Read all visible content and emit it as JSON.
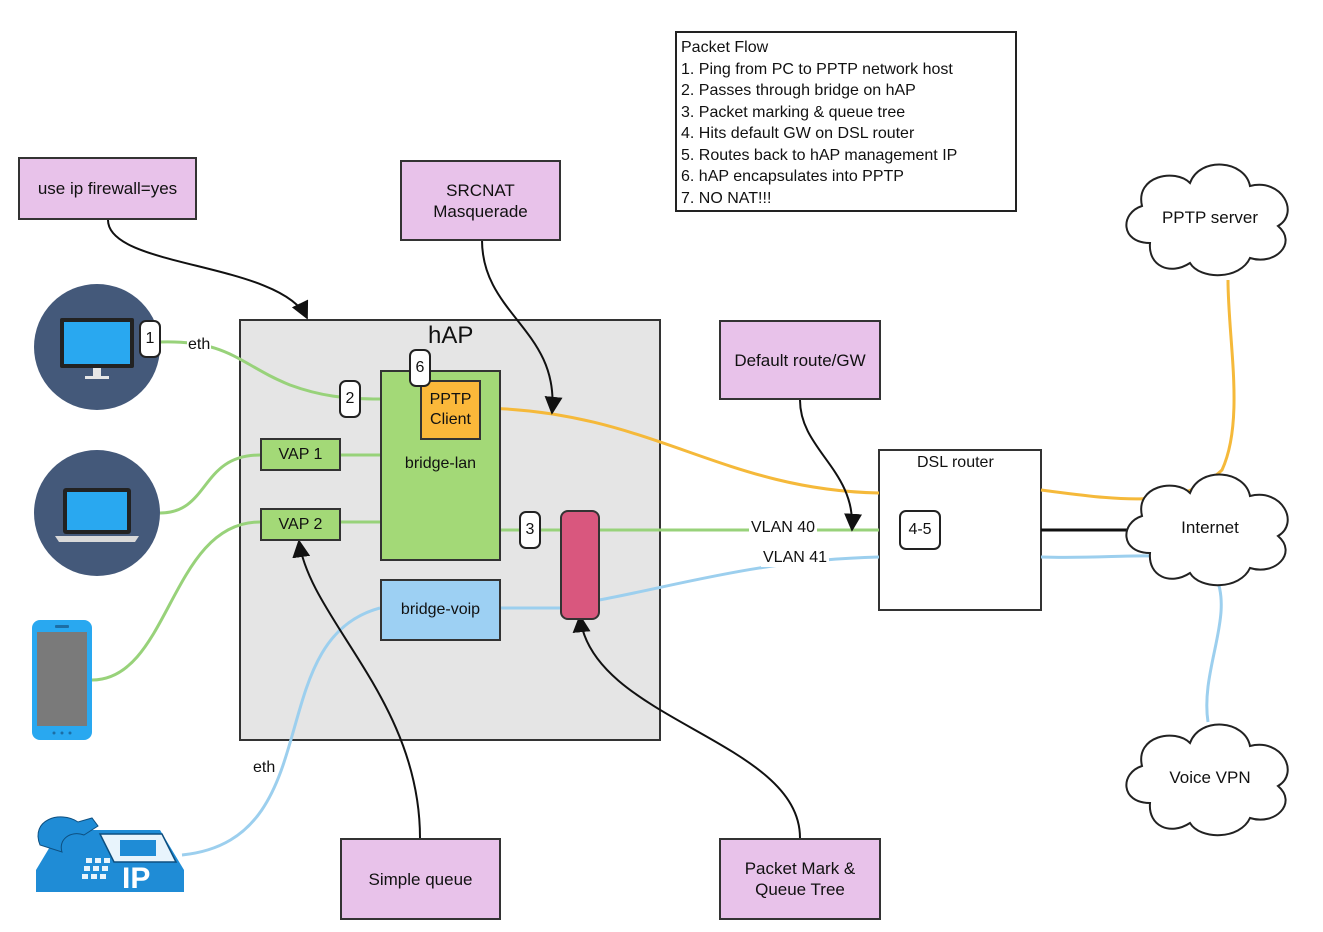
{
  "notes": {
    "firewall": "use ip firewall=yes",
    "srcnat": "SRCNAT\nMasquerade",
    "default_route": "Default route/GW",
    "simple_queue": "Simple queue",
    "packet_mark": "Packet Mark &\nQueue Tree"
  },
  "packet_flow": {
    "title": "Packet Flow",
    "steps": [
      "1. Ping from PC to PPTP network host",
      "2. Passes through bridge on hAP",
      "3. Packet marking & queue tree",
      "4. Hits default GW on DSL router",
      "5. Routes back to hAP management IP",
      "6. hAP encapsulates into PPTP",
      "7. NO NAT!!!"
    ]
  },
  "hap": {
    "title": "hAP",
    "bridge_lan": "bridge-lan",
    "bridge_voip": "bridge-voip",
    "pptp_client": "PPTP\nClient",
    "vap1": "VAP 1",
    "vap2": "VAP 2"
  },
  "badges": {
    "b1": "1",
    "b2": "2",
    "b3": "3",
    "b6": "6",
    "b45": "4-5"
  },
  "links": {
    "eth_pc": "eth",
    "eth_phone": "eth",
    "vlan40": "VLAN 40",
    "vlan41": "VLAN 41"
  },
  "dsl_router": "DSL router",
  "clouds": {
    "pptp_server": "PPTP server",
    "internet": "Internet",
    "voice_vpn": "Voice VPN"
  },
  "devices": {
    "ip_phone_label": "IP"
  },
  "colors": {
    "green_link": "#98d27a",
    "blue_link": "#9ccfee",
    "orange_link": "#f5b93a",
    "note_fill": "#e8c2ea",
    "bridge_lan_fill": "#a3d977",
    "bridge_voip_fill": "#9dd0f3",
    "pptp_fill": "#fbb83a",
    "queue_fill": "#d9577e",
    "hap_fill": "#e5e5e5",
    "device_circle": "#44597a",
    "screen": "#29a8f0"
  }
}
